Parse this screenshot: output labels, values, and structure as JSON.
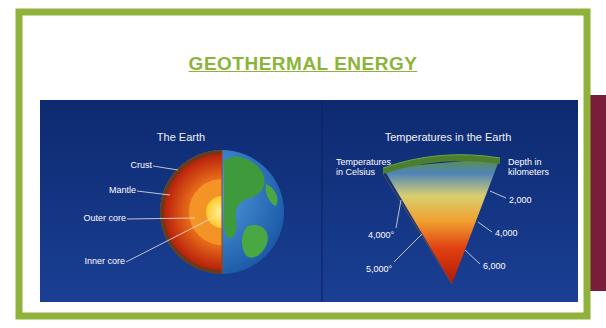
{
  "diagram": {
    "title": "GEOTHERMAL ENERGY",
    "labels": [
      "The Earth",
      "Crust",
      "Mantle",
      "Outer core",
      "Inner core",
      "Temperatures in the Earth",
      "Temperatures in Celsius",
      "Depth in kilometers",
      "2,000",
      "4,000°",
      "4,000",
      "5,000°",
      "6,000"
    ]
  }
}
